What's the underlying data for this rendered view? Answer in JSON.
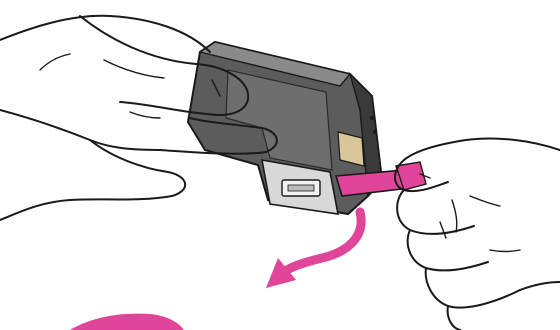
{
  "illustration": {
    "colors": {
      "cartridge_body": "#5c5c5c",
      "cartridge_dark": "#3a3a3a",
      "cartridge_light": "#8a8a8a",
      "tape": "#e0459a",
      "arrow": "#e0459a",
      "outline": "#1a1a1a",
      "background": "#ffffff"
    },
    "icons": [
      "left-hand",
      "ink-cartridge",
      "right-hand",
      "pull-arrow-icon",
      "curved-arrow-icon"
    ]
  }
}
